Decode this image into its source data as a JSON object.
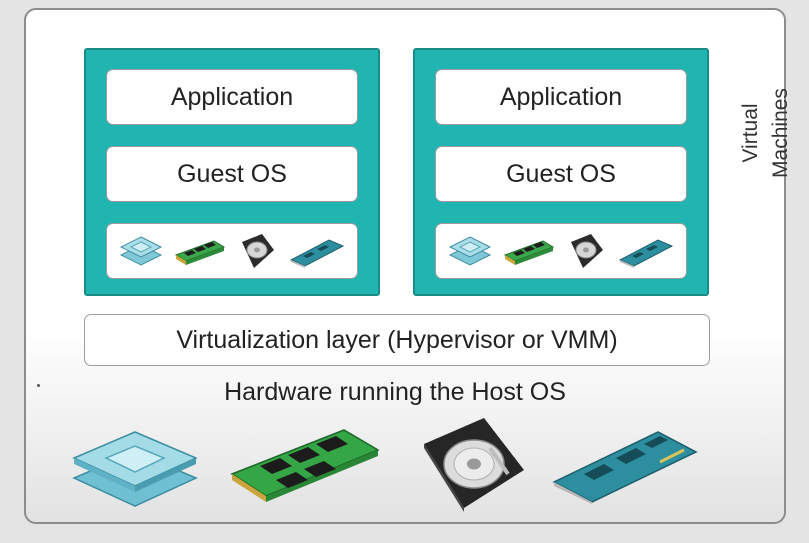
{
  "diagram": {
    "virtual_machines": [
      {
        "application_label": "Application",
        "guest_os_label": "Guest OS",
        "virtual_hardware_icons": [
          "cpu-icon",
          "ram-icon",
          "hard-disk-icon",
          "expansion-card-icon"
        ]
      },
      {
        "application_label": "Application",
        "guest_os_label": "Guest OS",
        "virtual_hardware_icons": [
          "cpu-icon",
          "ram-icon",
          "hard-disk-icon",
          "expansion-card-icon"
        ]
      }
    ],
    "side_label": "Virtual\nMachines",
    "hypervisor_label": "Virtualization layer (Hypervisor or VMM)",
    "hardware_label": "Hardware running the Host OS",
    "physical_hardware_icons": [
      "cpu-icon",
      "ram-icon",
      "hard-disk-icon",
      "expansion-card-icon"
    ],
    "colors": {
      "vm_fill": "#21b5b1",
      "vm_border": "#1a8c89",
      "frame_border": "#8c8c8c"
    }
  }
}
